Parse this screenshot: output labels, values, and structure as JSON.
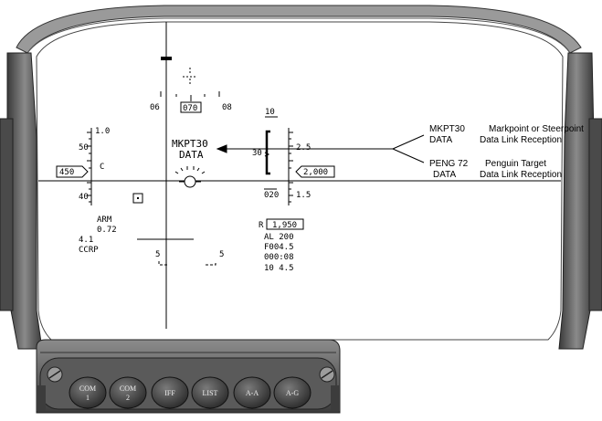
{
  "hud": {
    "heading": {
      "left": "06",
      "center": "070",
      "right": "08"
    },
    "pitch_top": "10",
    "speed_scale": {
      "top": "1.0",
      "mid1": "50",
      "caret": "C",
      "mid2": "40"
    },
    "speed_box": "450",
    "steerpoint_label": "MKPT30",
    "steerpoint_sub": "DATA",
    "alt_scale": {
      "top": "2.5",
      "mid": "1.5",
      "caret": "30",
      "bottom": "020"
    },
    "alt_box": "2,000",
    "left_data": [
      "ARM",
      "0.72",
      "4.1",
      "CCRP"
    ],
    "range_label": "R",
    "range_box": "1,950",
    "right_data": [
      "AL  200",
      "F004.5",
      "000:08",
      "10  4.5"
    ],
    "bottom_left_tick": "5",
    "bottom_right_tick": "5"
  },
  "callouts": [
    {
      "code": "MKPT30",
      "desc": "Markpoint or Steerpoint",
      "code2": "DATA",
      "desc2": "Data Link Reception"
    },
    {
      "code": "PENG 72",
      "desc": "Penguin Target",
      "code2": "DATA",
      "desc2": "Data Link Reception"
    }
  ],
  "buttons": [
    "COM\n1",
    "COM\n2",
    "IFF",
    "LIST",
    "A-A",
    "A-G"
  ],
  "button_labels": [
    {
      "line1": "COM",
      "line2": "1"
    },
    {
      "line1": "COM",
      "line2": "2"
    },
    {
      "line1": "IFF",
      "line2": ""
    },
    {
      "line1": "LIST",
      "line2": ""
    },
    {
      "line1": "A-A",
      "line2": ""
    },
    {
      "line1": "A-G",
      "line2": ""
    }
  ]
}
